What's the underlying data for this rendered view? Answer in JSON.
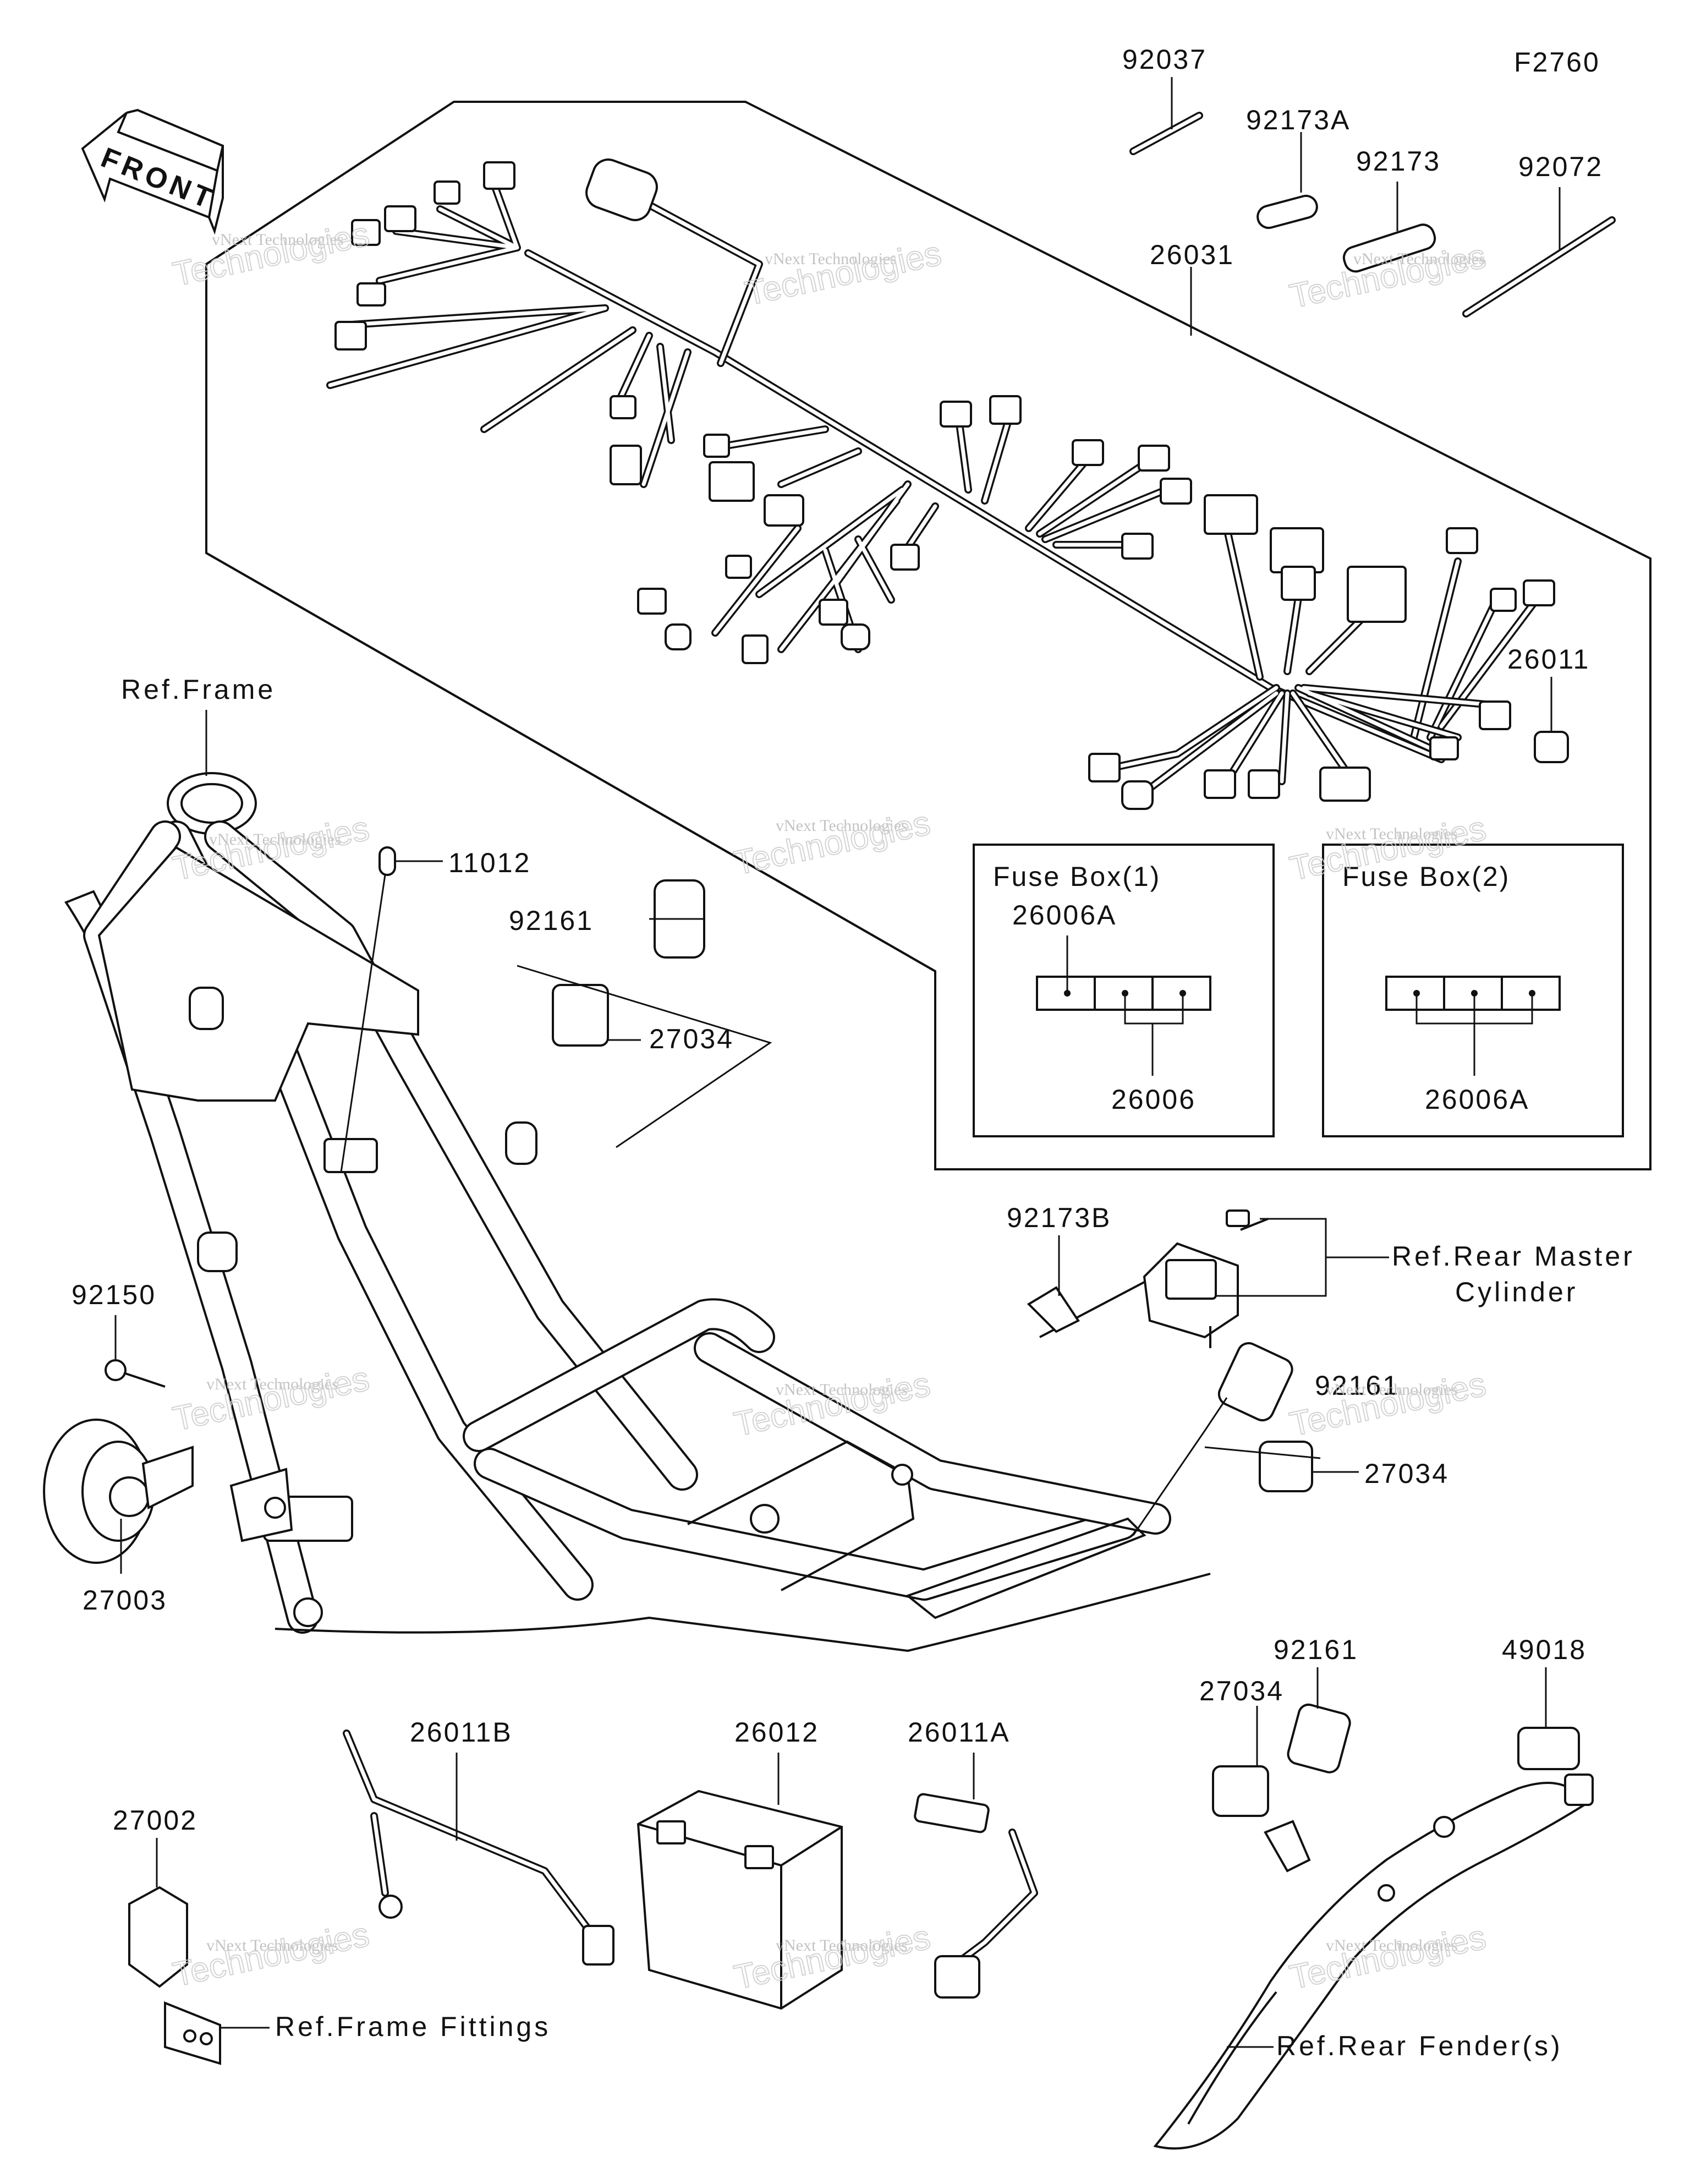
{
  "diagram_code": "F2760",
  "front_arrow_label": "FRONT",
  "watermark": {
    "line1": "vNext Technologies",
    "line2": "Technologies"
  },
  "parts": {
    "p92037": "92037",
    "p92173A": "92173A",
    "p92173": "92173",
    "p92072": "92072",
    "p26031": "26031",
    "p26011": "26011",
    "p11012": "11012",
    "p92161_top": "92161",
    "p27034_top": "27034",
    "p92173B": "92173B",
    "p92150": "92150",
    "p27003": "27003",
    "p92161_mid": "92161",
    "p27034_mid": "27034",
    "p26011B": "26011B",
    "p26012": "26012",
    "p26011A": "26011A",
    "p27002": "27002",
    "p27034_bot": "27034",
    "p92161_bot": "92161",
    "p49018": "49018"
  },
  "refs": {
    "frame": "Ref.Frame",
    "rear_master_1": "Ref.Rear Master",
    "rear_master_2": "Cylinder",
    "frame_fittings": "Ref.Frame Fittings",
    "rear_fender": "Ref.Rear Fender(s)"
  },
  "fuse_box_1": {
    "title": "Fuse Box(1)",
    "top_label": "26006A",
    "bottom_label": "26006"
  },
  "fuse_box_2": {
    "title": "Fuse Box(2)",
    "bottom_label": "26006A"
  }
}
